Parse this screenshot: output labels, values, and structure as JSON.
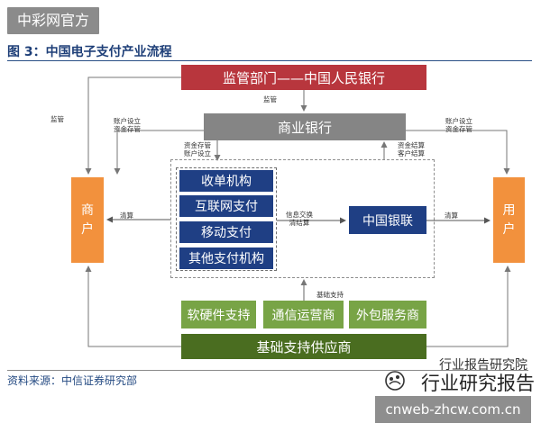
{
  "watermark": {
    "top": "中彩网官方",
    "url": "cnweb-zhcw.com.cn",
    "brand_main": "行业研究报告",
    "brand_sub": "行业报告研究院"
  },
  "figure": {
    "title": "图 3：中国电子支付产业流程",
    "source": "资料来源：中信证券研究部"
  },
  "nodes": {
    "regulator": "监管部门——中国人民银行",
    "commercial_bank": "商业银行",
    "merchant": [
      "商",
      "户"
    ],
    "user": [
      "用",
      "户"
    ],
    "institutions": [
      "收单机构",
      "互联网支付",
      "移动支付",
      "其他支付机构"
    ],
    "unionpay": "中国银联",
    "support": [
      "软硬件支持",
      "通信运营商",
      "外包服务商"
    ],
    "base_supply": "基础支持供应商"
  },
  "edge_labels": {
    "left_supervise": "监管",
    "top_supervise": "监管",
    "left_account": [
      "账户设立",
      "资金存管"
    ],
    "center_account": [
      "资金存管",
      "账户设立"
    ],
    "center_settle": [
      "资金结算",
      "客户结算"
    ],
    "right_account": [
      "账户设立",
      "资金存管"
    ],
    "merchant_clearing": "清算",
    "info_exchange": [
      "信息交换",
      "清结算"
    ],
    "user_clearing": "清算",
    "base_support": "基础支持"
  },
  "colors": {
    "regulator": "#b8363d",
    "bank": "#858585",
    "orange": "#f2913d",
    "navy": "#1f3f84",
    "green": "#78a446",
    "dark_green": "#4a6d20"
  }
}
